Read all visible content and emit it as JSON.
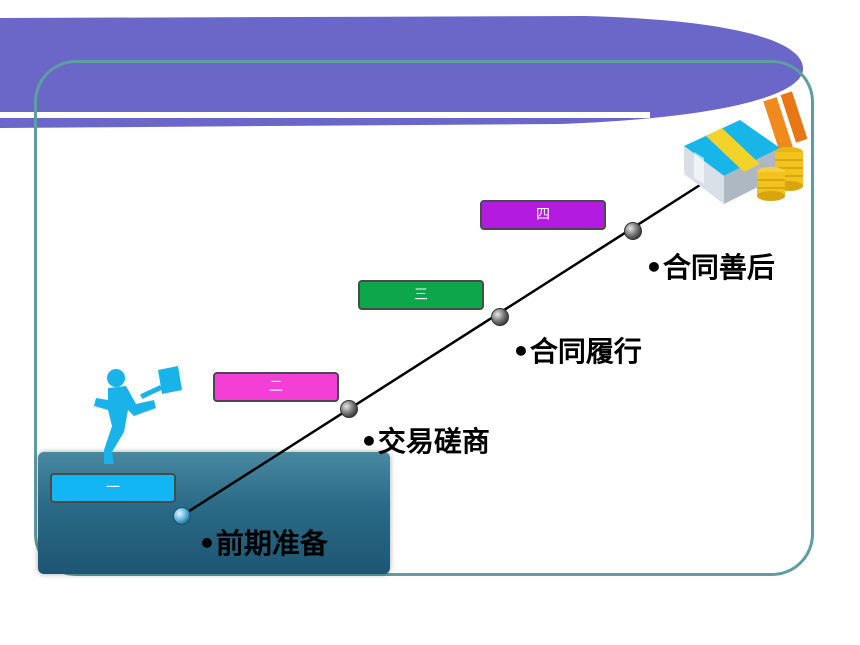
{
  "steps": [
    {
      "number": "一",
      "label": "•前期准备",
      "color": "#11b6f2"
    },
    {
      "number": "二",
      "label": "•交易磋商",
      "color": "#f43fd7"
    },
    {
      "number": "三",
      "label": "•合同履行",
      "color": "#0ea64a"
    },
    {
      "number": "四",
      "label": "•合同善后",
      "color": "#b31ce0"
    }
  ],
  "colors": {
    "banner": "#6a67c8",
    "frame": "#5f9ea0",
    "base_box": "#2a6a86"
  },
  "icons": [
    "jumping-person-icon",
    "money-and-coins-icon"
  ]
}
